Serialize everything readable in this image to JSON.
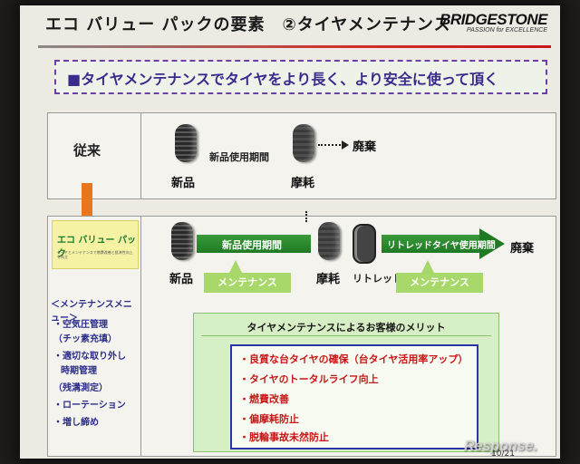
{
  "slide": {
    "title": "エコ バリュー パックの要素　②タイヤメンテナンス",
    "brand_name": "BRIDGESTONE",
    "brand_tagline": "PASSION for EXCELLENCE",
    "headline": "■タイヤメンテナンスでタイヤをより長く、より安全に使って頂く",
    "page_number": "10/21"
  },
  "conventional": {
    "label": "従来",
    "new_label": "新品",
    "period_label": "新品使用期間",
    "worn_label": "摩耗",
    "disposal_label": "廃棄"
  },
  "eco": {
    "badge_title": "エコ バリュー パック",
    "badge_subtitle": "タイヤとメンテナンスで燃費改善と経済性向上を両立",
    "menu_heading": "＜メンテナンスメニュー＞",
    "menu_items": [
      "・空気圧管理",
      "（チッ素充填）",
      "・適切な取り外し",
      "時期管理",
      "（残溝測定）",
      "・ローテーション",
      "・増し締め"
    ],
    "new_label": "新品",
    "period_label": "新品使用期間",
    "worn_label": "摩耗",
    "retread_label": "リトレッド",
    "retread_period_label": "リトレッドタイヤ使用期間",
    "disposal_label": "廃棄",
    "maintenance_label_1": "メンテナンス",
    "maintenance_label_2": "メンテナンス"
  },
  "merits": {
    "title": "タイヤメンテナンスによるお客様のメリット",
    "items": [
      "・良質な台タイヤの確保（台タイヤ活用率アップ）",
      "・タイヤのトータルライフ向上",
      "・燃費改善",
      "・偏摩耗防止",
      "・脱輪事故未然防止"
    ]
  },
  "watermark": "Response.",
  "colors": {
    "accent_orange": "#e8761d",
    "arrow_green": "#1f7a24",
    "maintenance_green": "#a8d86a",
    "merit_red": "#c81717",
    "menu_blue": "#2b2d8a",
    "brand_red": "#c8161d"
  }
}
